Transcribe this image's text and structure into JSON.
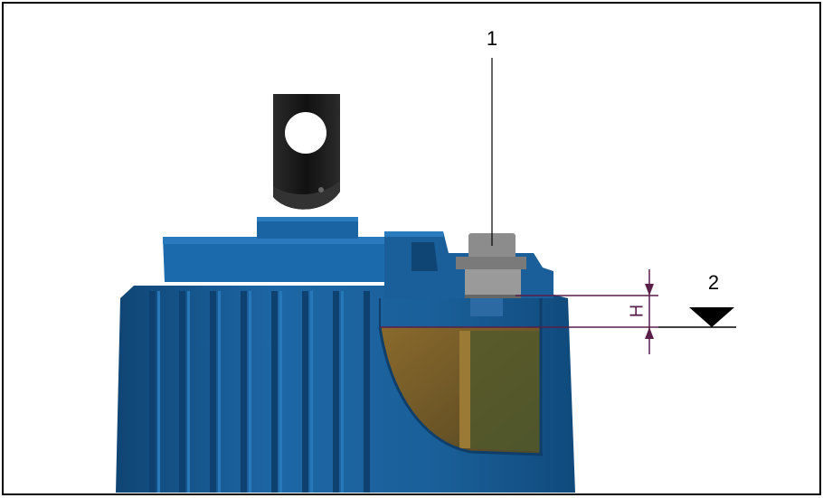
{
  "figure": {
    "callouts": [
      {
        "id": "callout-1",
        "label": "1"
      },
      {
        "id": "callout-2",
        "label": "2"
      }
    ],
    "dimension": {
      "label": "H"
    }
  },
  "colors": {
    "frame": "#000000",
    "motor_body": "#1a5f99",
    "motor_dark": "#114878",
    "motor_light": "#2a78b8",
    "lifting_eye": "#1b1b1b",
    "sensor_cap": "#8c8c8c",
    "oil_fill": "#6e5a2a",
    "dimension_line": "#5a1e4a",
    "level_marker": "#000000"
  }
}
